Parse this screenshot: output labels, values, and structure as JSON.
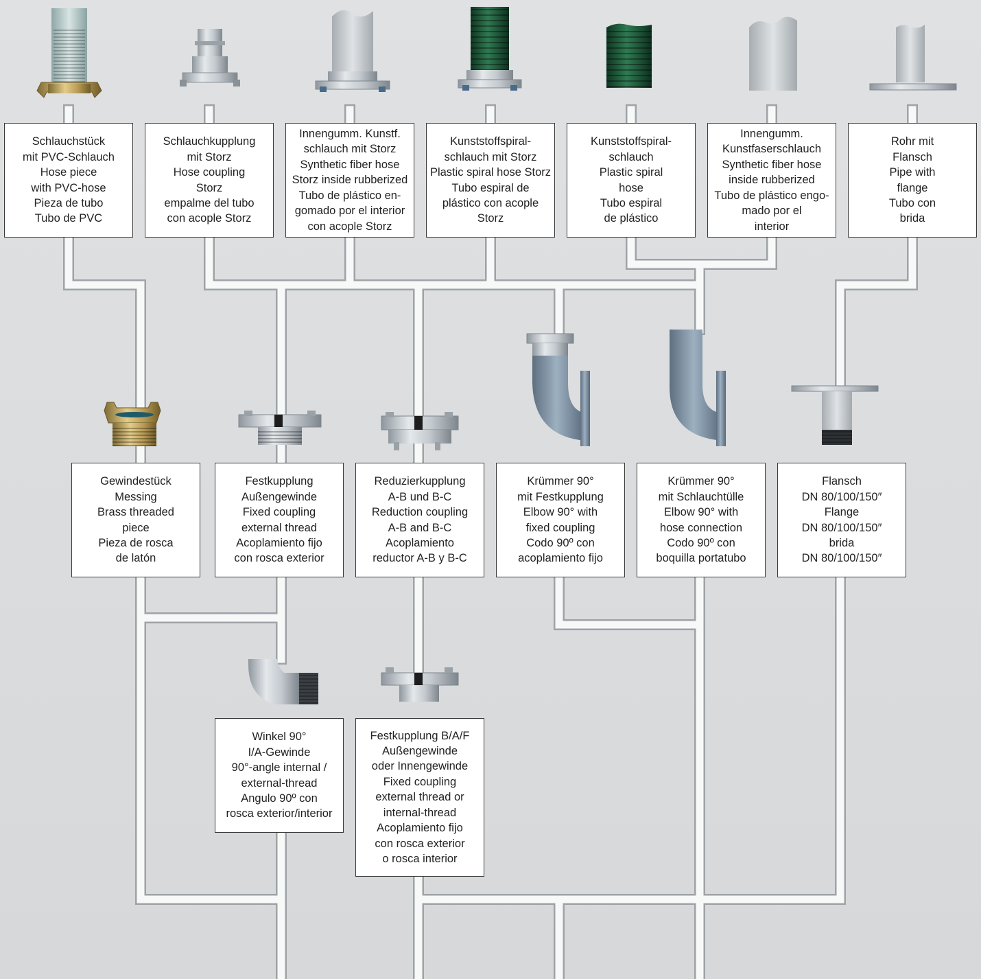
{
  "boxes": {
    "hose_piece_pvc": "Schlauchstück\nmit PVC-Schlauch\nHose piece\nwith PVC-hose\nPieza de tubo\nTubo de PVC",
    "hose_coupling_storz": "Schlauchkupplung\nmit Storz\nHose coupling\nStorz\nempalme del tubo\ncon acople Storz",
    "rubberized_synthetic_storz": "Innengumm. Kunstf.\nschlauch mit Storz\nSynthetic fiber hose\nStorz inside rubberized\nTubo de plástico en-\ngomado por el interior\ncon acople Storz",
    "plastic_spiral_storz": "Kunststoffspiral-\nschlauch mit Storz\nPlastic spiral hose Storz\nTubo espiral de\nplástico con acople\nStorz",
    "plastic_spiral_hose": "Kunststoffspiral-\nschlauch\nPlastic spiral\nhose\nTubo espiral\nde plástico",
    "rubberized_synthetic_hose": "Innengumm.\nKunstfaserschlauch\nSynthetic fiber hose\ninside rubberized\nTubo de plástico engo-\nmado por el\ninterior",
    "pipe_with_flange": "Rohr mit\nFlansch\nPipe with\nflange\nTubo con\nbrida",
    "brass_threaded_piece": "Gewindestück\nMessing\nBrass threaded\npiece\nPieza de rosca\nde latón",
    "fixed_coupling_external": "Festkupplung\nAußengewinde\nFixed coupling\nexternal thread\nAcoplamiento fijo\ncon rosca exterior",
    "reduction_coupling": "Reduzierkupplung\nA-B und B-C\nReduction coupling\nA-B and B-C\nAcoplamiento\nreductor A-B y B-C",
    "elbow_fixed_coupling": "Krümmer 90°\nmit Festkupplung\nElbow 90° with\nfixed coupling\nCodo 90º con\nacoplamiento fijo",
    "elbow_hose_connection": "Krümmer 90°\nmit Schlauchtülle\nElbow 90° with\nhose connection\nCodo 90º con\nboquilla portatubo",
    "flange": "Flansch\nDN 80/100/150″\nFlange\nDN 80/100/150″\nbrida\nDN 80/100/150″",
    "angle_90": "Winkel 90°\nI/A-Gewinde\n90°-angle internal /\nexternal-thread\nAngulo 90º con\nrosca exterior/interior",
    "fixed_coupling_baf": "Festkupplung B/A/F\nAußengewinde\noder Innengewinde\nFixed coupling\nexternal thread or\ninternal-thread\nAcoplamiento fijo\ncon rosca exterior\no rosca interior"
  },
  "colors": {
    "background": "#d9dbdd",
    "pipe_fill": "#f7f8f8",
    "pipe_edge": "#9ea3a7",
    "box_border": "#3a3a3a",
    "brass": "#b89a55",
    "steel": "#b9c0c6",
    "green_hose": "#1f5a3a",
    "blue_gray_cast": "#7d8fa0"
  },
  "icons": {
    "hose_piece_pvc": "claw-coupling-pvc-hose-icon",
    "hose_coupling_storz": "storz-hose-coupling-icon",
    "rubberized_synthetic_storz": "rubberized-hose-storz-icon",
    "plastic_spiral_storz": "green-spiral-hose-storz-icon",
    "plastic_spiral_hose": "green-spiral-hose-icon",
    "rubberized_synthetic_hose": "rubberized-hose-icon",
    "pipe_with_flange": "flanged-pipe-icon",
    "brass_threaded_piece": "brass-threaded-claw-icon",
    "fixed_coupling_external": "fixed-coupling-icon",
    "reduction_coupling": "reduction-coupling-icon",
    "elbow_fixed_coupling": "elbow-fixed-coupling-icon",
    "elbow_hose_connection": "elbow-hose-connection-icon",
    "flange": "threaded-flange-icon",
    "angle_90": "angle-90-icon",
    "fixed_coupling_baf": "fixed-coupling-baf-icon"
  }
}
